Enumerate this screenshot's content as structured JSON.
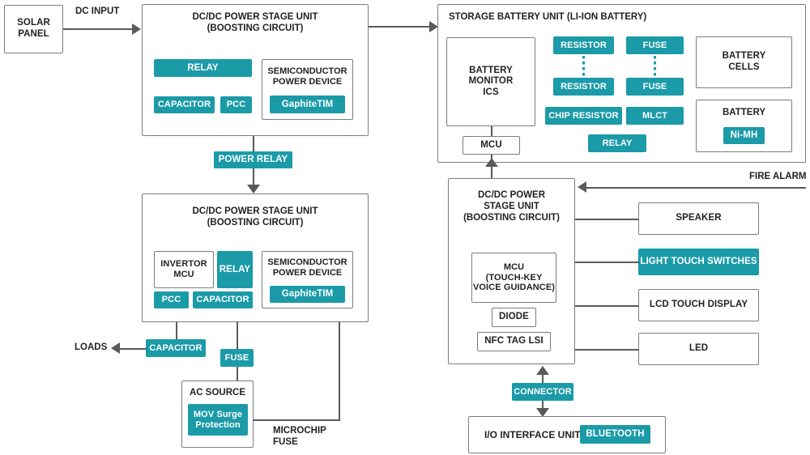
{
  "meta": {
    "title": "Solar Power Storage System Block Diagram",
    "accent_color": "#1b9aa8",
    "line_color": "#58595b",
    "text_color": "#231f20",
    "box_border_color": "#7a7d80",
    "background": "#ffffff"
  },
  "solar": {
    "label": "SOLAR\nPANEL"
  },
  "connections": {
    "dc_input": "DC INPUT",
    "power_relay": "POWER RELAY",
    "loads": "LOADS",
    "fire_alarm": "FIRE ALARM",
    "microchip_fuse": "MICROCHIP\nFUSE",
    "connector": "CONNECTOR"
  },
  "dcdc_top": {
    "title": "DC/DC POWER STAGE UNIT\n(BOOSTING CIRCUIT)",
    "parts": [
      {
        "label": "RELAY",
        "type": "chip"
      },
      {
        "label": "CAPACITOR",
        "type": "chip"
      },
      {
        "label": "PCC",
        "type": "chip"
      }
    ],
    "semiconductor": {
      "title": "SEMICONDUCTOR\nPOWER DEVICE",
      "chip": "GaphiteTIM"
    }
  },
  "dcdc_bottom": {
    "title": "DC/DC POWER STAGE UNIT\n(BOOSTING CIRCUIT)",
    "invertor_mcu": "INVERTOR\nMCU",
    "parts": [
      {
        "label": "RELAY",
        "type": "chip"
      },
      {
        "label": "PCC",
        "type": "chip"
      },
      {
        "label": "CAPACITOR",
        "type": "chip"
      }
    ],
    "semiconductor": {
      "title": "SEMICONDUCTOR\nPOWER DEVICE",
      "chip": "GaphiteTIM"
    },
    "capacitor_out": "CAPACITOR",
    "fuse_out": "FUSE"
  },
  "ac_source": {
    "title": "AC SOURCE",
    "chip": "MOV Surge\nProtection"
  },
  "storage_battery": {
    "title": "STORAGE BATTERY UNIT (LI-ION BATTERY)",
    "battery_monitor": "BATTERY\nMONITOR\nICS",
    "mcu": "MCU",
    "chips": [
      {
        "label": "RESISTOR"
      },
      {
        "label": "RESISTOR"
      },
      {
        "label": "FUSE"
      },
      {
        "label": "FUSE"
      },
      {
        "label": "CHIP RESISTOR"
      },
      {
        "label": "MLCT"
      },
      {
        "label": "RELAY"
      }
    ],
    "battery_cells": "BATTERY\nCELLS",
    "battery": {
      "title": "BATTERY",
      "chip": "Ni-MH"
    }
  },
  "dcdc_control": {
    "title": "DC/DC POWER\nSTAGE UNIT\n(BOOSTING CIRCUIT)",
    "mcu": "MCU\n(TOUCH-KEY\nVOICE GUIDANCE)",
    "diode": "DIODE",
    "nfc": "NFC TAG LSI"
  },
  "peripherals": [
    {
      "label": "SPEAKER",
      "type": "box"
    },
    {
      "label": "LIGHT TOUCH SWITCHES",
      "type": "chip"
    },
    {
      "label": "LCD TOUCH DISPLAY",
      "type": "box"
    },
    {
      "label": "LED",
      "type": "box"
    }
  ],
  "io_unit": {
    "label": "I/O INTERFACE UNIT",
    "chip": "BLUETOOTH"
  }
}
